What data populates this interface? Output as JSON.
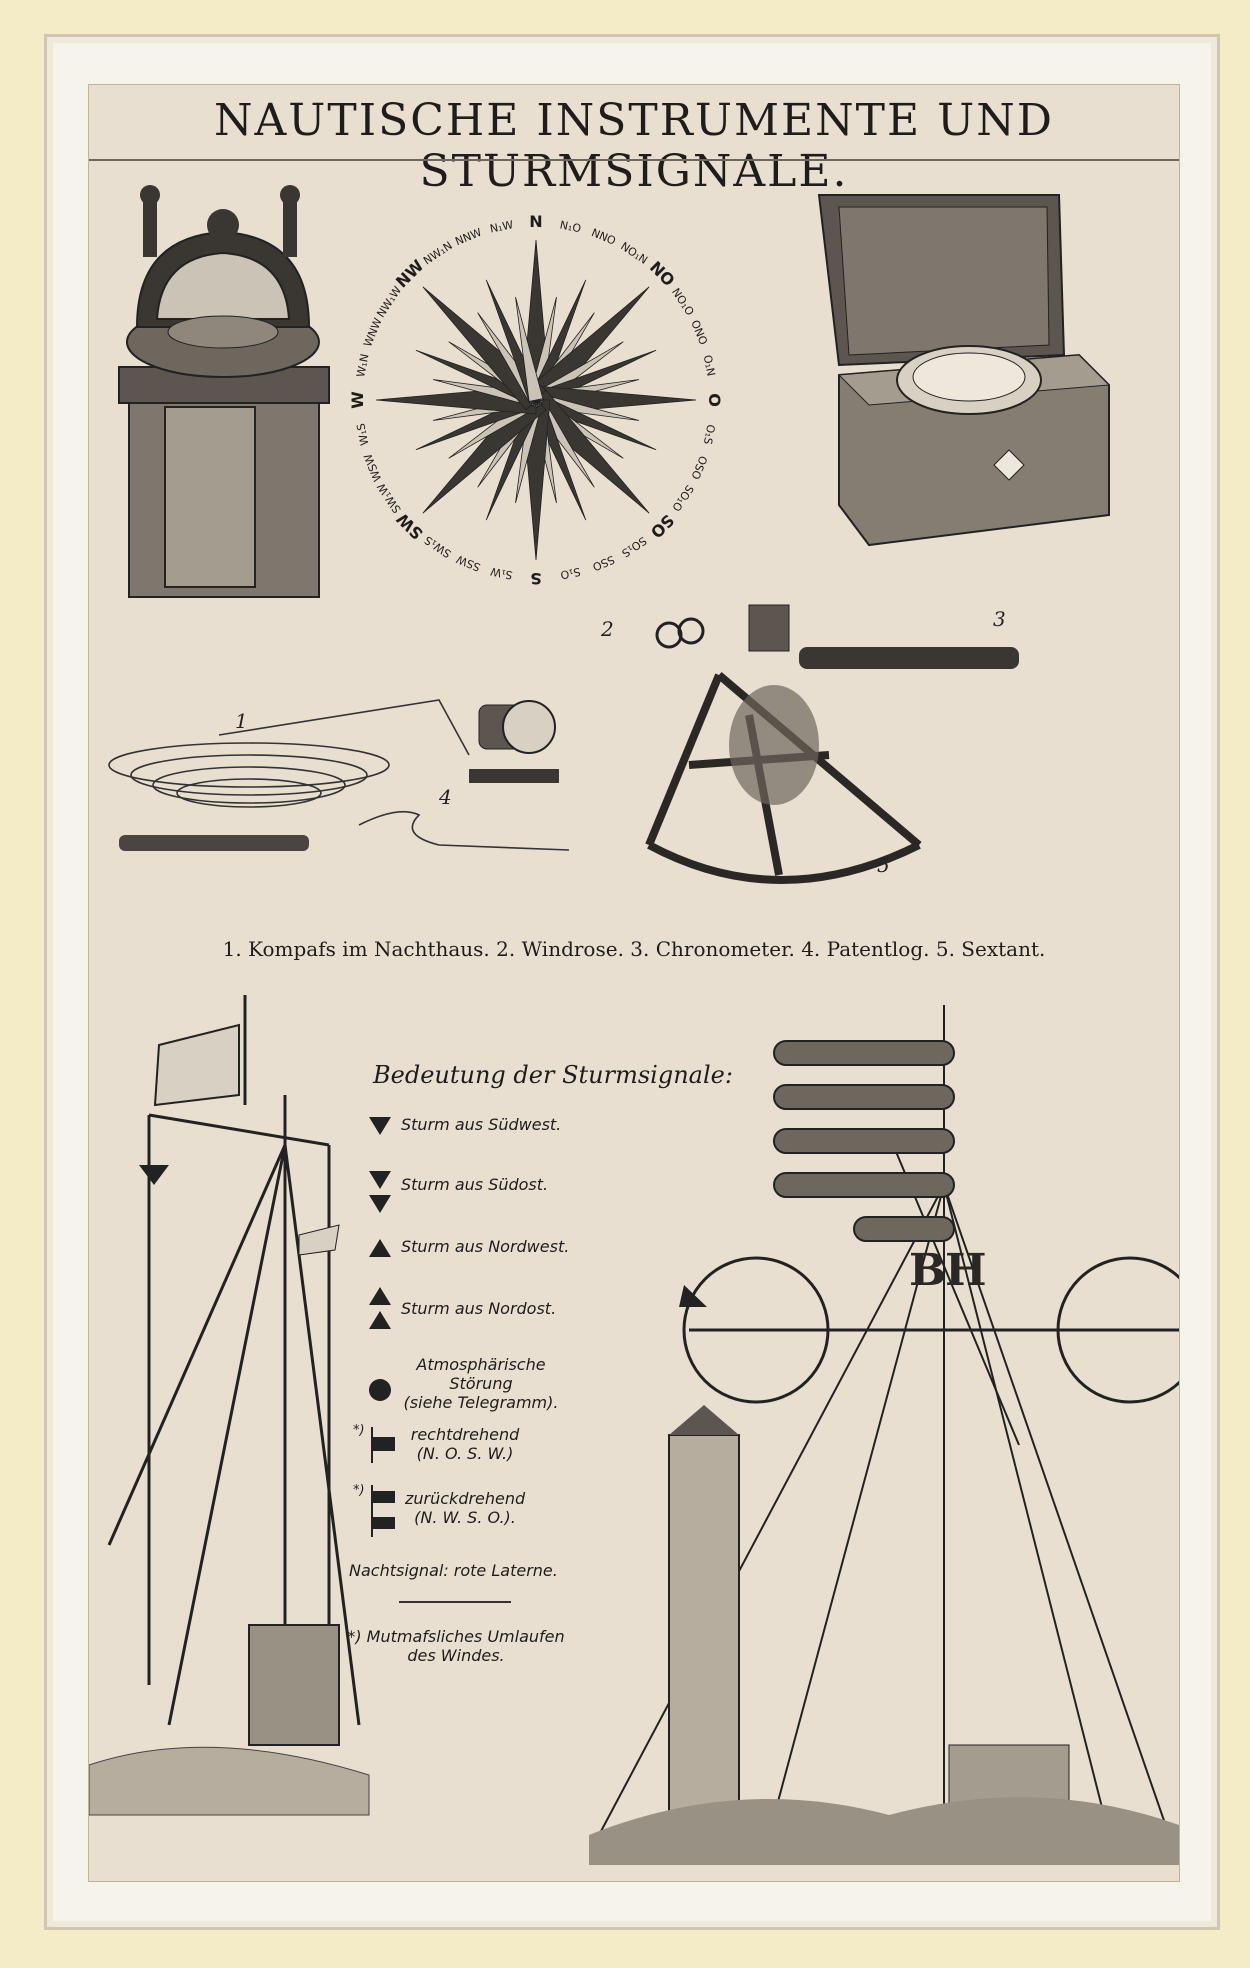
{
  "title": "NAUTISCHE INSTRUMENTE UND STURMSIGNALE.",
  "figure_numbers": [
    "1",
    "2",
    "3",
    "4",
    "5"
  ],
  "caption": "1. Kompafs im Nachthaus.  2. Windrose.  3. Chronometer.  4. Patentlog.  5. Sextant.",
  "compass_points": [
    "N",
    "N₁O",
    "NNO",
    "NO₁N",
    "NO",
    "NO₁O",
    "ONO",
    "O₁N",
    "O",
    "O₁S",
    "OSO",
    "SO₁O",
    "SO",
    "SO₁S",
    "SSO",
    "S₁O",
    "S",
    "S₁W",
    "SSW",
    "SW₁S",
    "SW",
    "SW₁W",
    "WSW",
    "W₁S",
    "W",
    "W₁N",
    "WNW",
    "NW₁W",
    "NW",
    "NW₁N",
    "NNW",
    "N₁W"
  ],
  "legend": {
    "title": "Bedeutung der Sturmsignale:",
    "entries": [
      {
        "label": "Sturm aus Südwest."
      },
      {
        "label": "Sturm aus Südost."
      },
      {
        "label": "Sturm aus Nordwest."
      },
      {
        "label": "Sturm aus Nordost."
      },
      {
        "label": "Atmosphärische\nStörung\n(siehe Telegramm)."
      },
      {
        "marker": "*)",
        "label": "rechtdrehend\n(N. O. S. W.)"
      },
      {
        "marker": "*)",
        "label": "zurückdrehend\n(N. W. S. O.)."
      }
    ],
    "night_signal": "Nachtsignal: rote Laterne.",
    "footnote": "*) Mutmafsliches Umlaufen\ndes Windes."
  },
  "signal_mast_letters": [
    "B",
    "H"
  ]
}
